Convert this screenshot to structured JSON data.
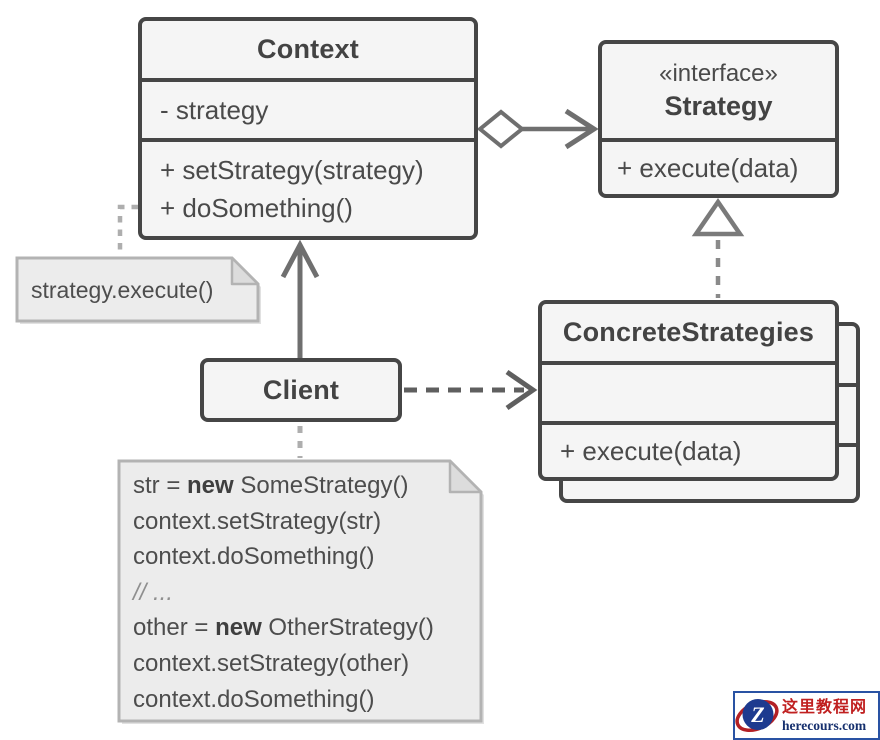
{
  "diagram": {
    "type": "uml-class-diagram",
    "pattern_name": "Strategy",
    "classes": {
      "context": {
        "title": "Context",
        "attributes": [
          "- strategy"
        ],
        "methods": [
          "+ setStrategy(strategy)",
          "+ doSomething()"
        ]
      },
      "strategy": {
        "stereotype": "«interface»",
        "title": "Strategy",
        "methods": [
          "+ execute(data)"
        ]
      },
      "concrete_strategies": {
        "title": "ConcreteStrategies",
        "attributes": [],
        "methods": [
          "+ execute(data)"
        ]
      },
      "client": {
        "title": "Client"
      }
    },
    "notes": {
      "strategy_execute": {
        "text": "strategy.execute()"
      },
      "client_code": {
        "lines": [
          [
            {
              "text": "str = "
            },
            {
              "text": "new",
              "bold": true
            },
            {
              "text": " SomeStrategy()"
            }
          ],
          [
            {
              "text": "context.setStrategy(str)"
            }
          ],
          [
            {
              "text": "context.doSomething()"
            }
          ],
          [
            {
              "text": "// ...",
              "comment": true
            }
          ],
          [
            {
              "text": "other = "
            },
            {
              "text": "new",
              "bold": true
            },
            {
              "text": " OtherStrategy()"
            }
          ],
          [
            {
              "text": "context.setStrategy(other)"
            }
          ],
          [
            {
              "text": "context.doSomething()"
            }
          ]
        ]
      }
    },
    "relationships": [
      {
        "type": "aggregation",
        "from": "Context",
        "to": "Strategy"
      },
      {
        "type": "realization",
        "from": "ConcreteStrategies",
        "to": "Strategy"
      },
      {
        "type": "association",
        "from": "Client",
        "to": "Context"
      },
      {
        "type": "dependency",
        "from": "Client",
        "to": "ConcreteStrategies"
      }
    ],
    "colors": {
      "background": "#ffffff",
      "box_fill": "#f5f5f5",
      "box_border": "#464646",
      "text": "#4a4a4a",
      "note_fill": "#ececec",
      "note_border": "#b3b3b3",
      "arrow_solid": "#6f6f6f",
      "arrow_dependency": "#5f5f5f",
      "arrow_realization": "#8a8a8a",
      "note_connector": "#aeaeae"
    }
  },
  "watermark": {
    "site_name": "这里教程网",
    "site_domain": "herecours.com",
    "logo_letter": "Z",
    "colors": {
      "border_blue": "#2952a3",
      "name_red": "#c02020",
      "domain_navy": "#16306e",
      "logo_circle": "#1d3a8f",
      "logo_swirl": "#b32025"
    }
  }
}
